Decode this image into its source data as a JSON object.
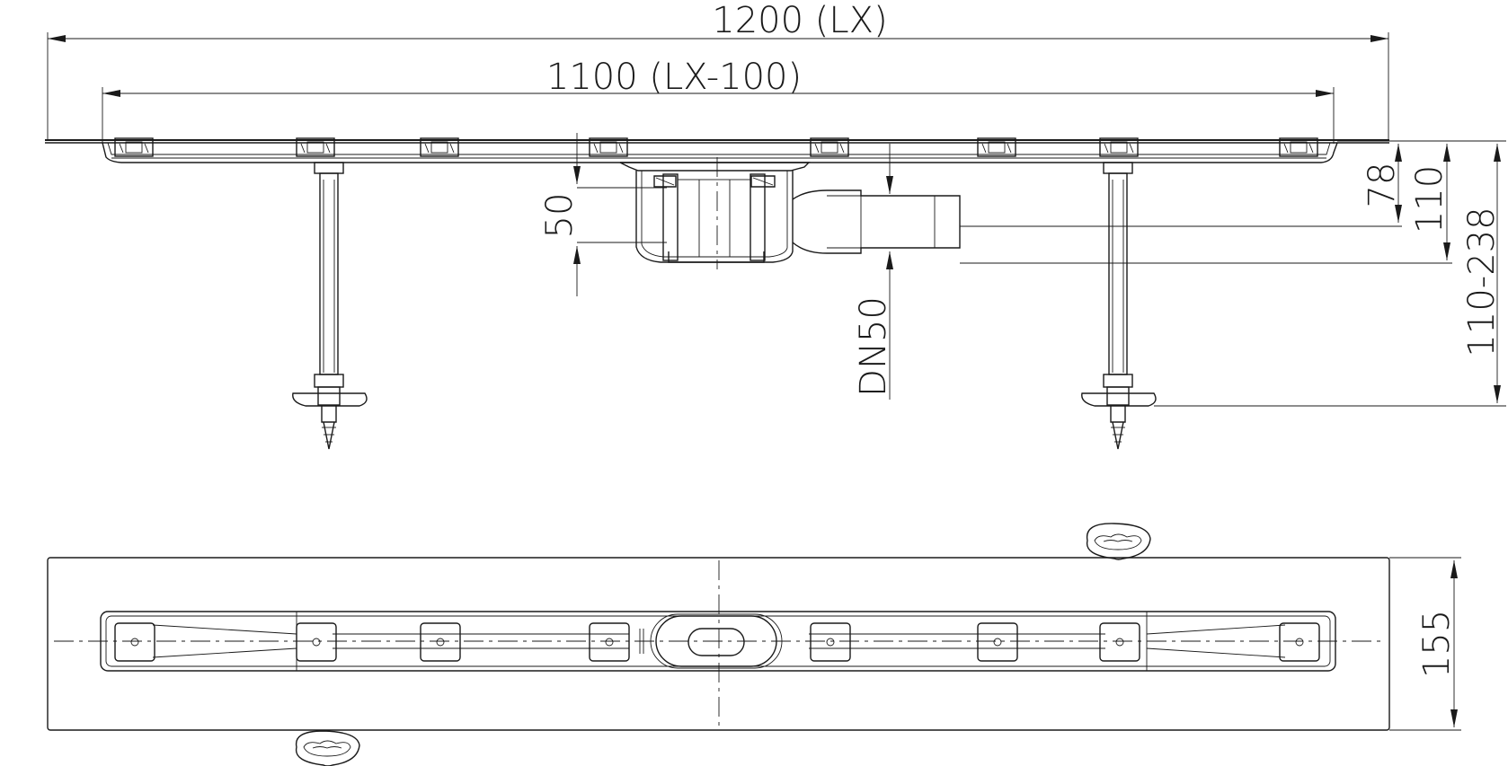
{
  "dimensions": {
    "overall_length": "1200  (LX)",
    "inner_length": "1100  (LX-100)",
    "outlet_depth": "50",
    "pipe_height": "78",
    "channel_height": "110",
    "adjustable_height": "110-238",
    "outlet_diameter": "DN50",
    "plan_width": "155"
  },
  "icons": {
    "outlet": "drain-outlet-icon",
    "leg": "adjustable-leg-icon",
    "anchor": "wall-anchor-icon"
  },
  "colors": {
    "line": "#1a1a1a",
    "background": "#ffffff"
  }
}
